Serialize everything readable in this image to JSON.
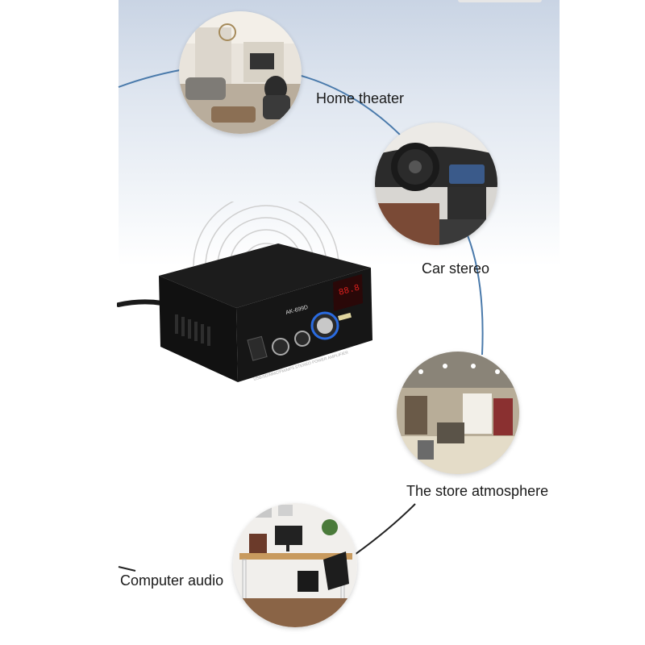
{
  "labels": {
    "home_theater": "Home theater",
    "car_stereo": "Car stereo",
    "store_atmosphere": "The store atmosphere",
    "computer_audio": "Computer audio"
  },
  "device": {
    "model": "AK-699D",
    "front_text": "USB/SD/MMC/FM/MP3 STEREO POWER AMPLIFIER",
    "display_value": "88.8"
  },
  "colors": {
    "connector": "#4a7aab",
    "device_body": "#141414",
    "display": "#e0201e",
    "knob_ring": "#2a6be0"
  }
}
